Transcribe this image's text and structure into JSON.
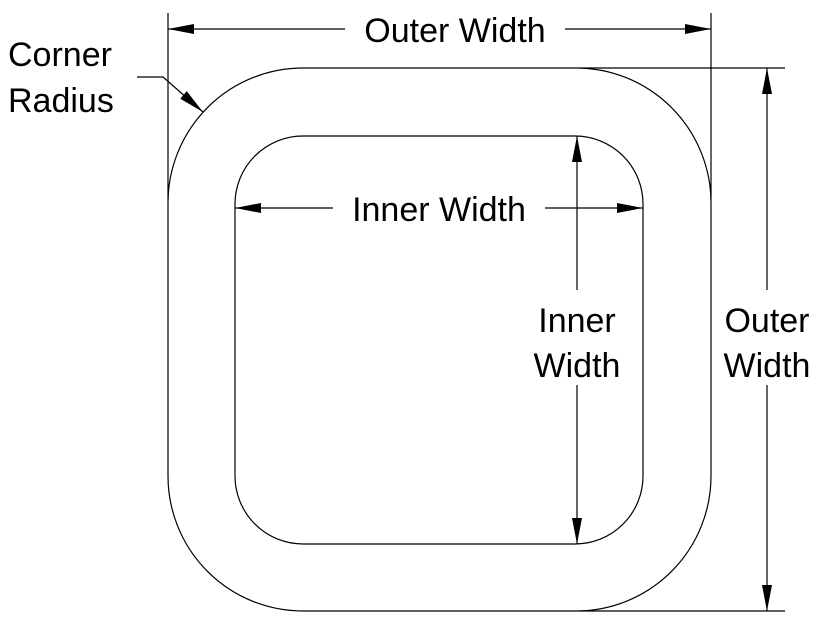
{
  "labels": {
    "outer_width_top": "Outer Width",
    "corner_radius_line1": "Corner",
    "corner_radius_line2": "Radius",
    "inner_width_horizontal": "Inner Width",
    "inner_width_vertical_line1": "Inner",
    "inner_width_vertical_line2": "Width",
    "outer_width_right_line1": "Outer",
    "outer_width_right_line2": "Width"
  },
  "colors": {
    "line": "#000000",
    "background": "#ffffff"
  }
}
